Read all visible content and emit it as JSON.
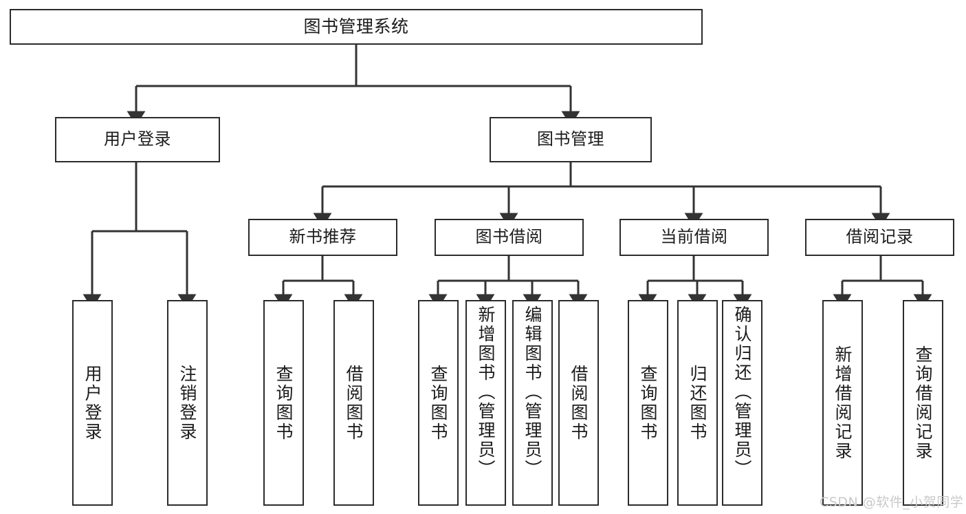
{
  "diagram": {
    "title": "图书管理系统",
    "type": "hierarchy-tree",
    "orientation": "top-down",
    "colors": {
      "node_border": "#2b2b2b",
      "node_fill": "#ffffff",
      "edge": "#333333",
      "text": "#1b1b1b",
      "watermark": "#c9c9c9",
      "background": "#ffffff"
    }
  },
  "nodes": {
    "root": {
      "label": "图书管理系统",
      "level": 1
    },
    "level2": [
      {
        "id": "user-login",
        "label": "用户登录",
        "level": 2
      },
      {
        "id": "book-manage",
        "label": "图书管理",
        "level": 2
      }
    ],
    "level3": [
      {
        "id": "new-book-recommend",
        "label": "新书推荐",
        "level": 3,
        "parent": "book-manage"
      },
      {
        "id": "book-borrow",
        "label": "图书借阅",
        "level": 3,
        "parent": "book-manage"
      },
      {
        "id": "current-borrow",
        "label": "当前借阅",
        "level": 3,
        "parent": "book-manage"
      },
      {
        "id": "borrow-record",
        "label": "借阅记录",
        "level": 3,
        "parent": "book-manage"
      }
    ],
    "leaves": [
      {
        "id": "leaf-user-login",
        "label": "用户登录",
        "parent": "user-login"
      },
      {
        "id": "leaf-logout-login",
        "label": "注销登录",
        "parent": "user-login"
      },
      {
        "id": "leaf-query-book-1",
        "label": "查询图书",
        "parent": "new-book-recommend"
      },
      {
        "id": "leaf-borrow-book-1",
        "label": "借阅图书",
        "parent": "new-book-recommend"
      },
      {
        "id": "leaf-query-book-2",
        "label": "查询图书",
        "parent": "book-borrow"
      },
      {
        "id": "leaf-add-book",
        "label": "新增图书（管理员）",
        "parent": "book-borrow"
      },
      {
        "id": "leaf-edit-book",
        "label": "编辑图书（管理员）",
        "parent": "book-borrow"
      },
      {
        "id": "leaf-borrow-book-2",
        "label": "借阅图书",
        "parent": "book-borrow"
      },
      {
        "id": "leaf-query-book-3",
        "label": "查询图书",
        "parent": "current-borrow"
      },
      {
        "id": "leaf-return-book",
        "label": "归还图书",
        "parent": "current-borrow"
      },
      {
        "id": "leaf-confirm-return",
        "label": "确认归还（管理员）",
        "parent": "current-borrow"
      },
      {
        "id": "leaf-add-record",
        "label": "新增借阅记录",
        "parent": "borrow-record"
      },
      {
        "id": "leaf-query-record",
        "label": "查询借阅记录",
        "parent": "borrow-record"
      }
    ]
  },
  "watermark": {
    "text": "CSDN @软件_小贺同学"
  }
}
